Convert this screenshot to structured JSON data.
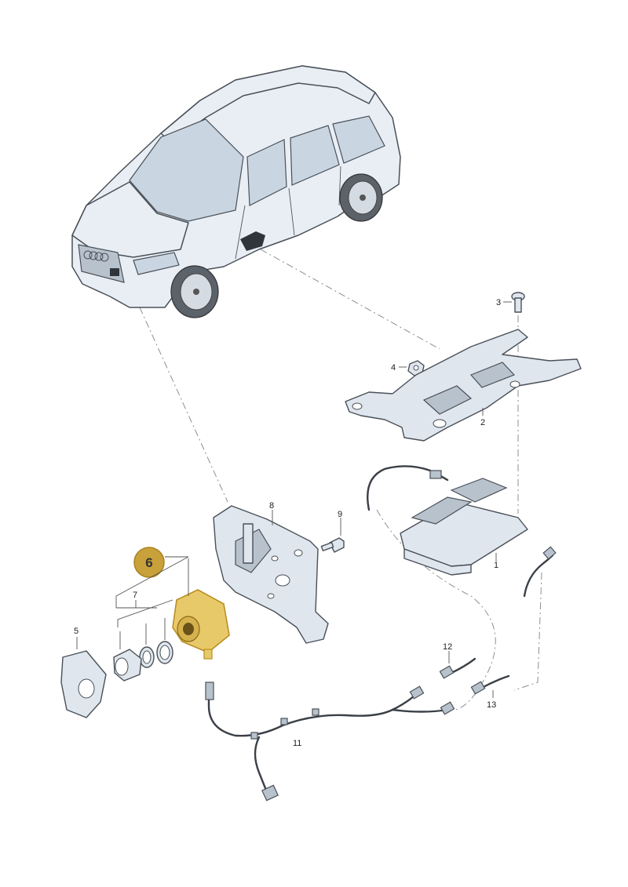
{
  "diagram": {
    "highlight": {
      "label": "6",
      "color": "#c9a13a"
    },
    "callouts": [
      {
        "id": "1",
        "label": "1"
      },
      {
        "id": "2",
        "label": "2"
      },
      {
        "id": "3",
        "label": "3"
      },
      {
        "id": "4",
        "label": "4"
      },
      {
        "id": "5",
        "label": "5"
      },
      {
        "id": "7",
        "label": "7"
      },
      {
        "id": "8",
        "label": "8"
      },
      {
        "id": "9",
        "label": "9"
      },
      {
        "id": "11",
        "label": "11"
      },
      {
        "id": "12",
        "label": "12"
      },
      {
        "id": "13",
        "label": "13"
      }
    ],
    "colors": {
      "part_fill": "#dfe6ee",
      "outline": "#4a5058",
      "highlight_part": "#e8c96a",
      "highlight_badge": "#c9a13a"
    }
  }
}
